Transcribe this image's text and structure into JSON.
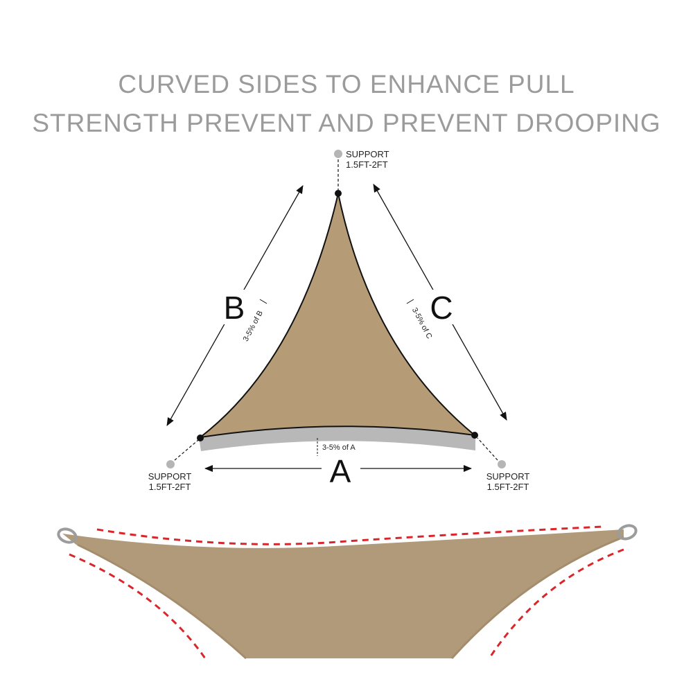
{
  "headline": {
    "line1": "CURVED SIDES TO ENHANCE PULL",
    "line2": "STRENGTH PREVENT AND PREVENT DROOPING"
  },
  "supports": {
    "top": {
      "line1": "SUPPORT",
      "line2": "1.5FT-2FT"
    },
    "left": {
      "line1": "SUPPORT",
      "line2": "1.5FT-2FT"
    },
    "right": {
      "line1": "SUPPORT",
      "line2": "1.5FT-2FT"
    }
  },
  "sides": {
    "a": {
      "letter": "A",
      "curve_note": "3-5% of A"
    },
    "b": {
      "letter": "B",
      "curve_note": "3-5% of B"
    },
    "c": {
      "letter": "C",
      "curve_note": "3-5% of C"
    }
  },
  "colors": {
    "fabric": "#b59c77",
    "fabric_photo": "#b09a79",
    "shadow": "#b9b8b8",
    "headline": "#9b9b9b",
    "support_dot": "#b5b5b5",
    "dash_red": "#d9262b"
  }
}
